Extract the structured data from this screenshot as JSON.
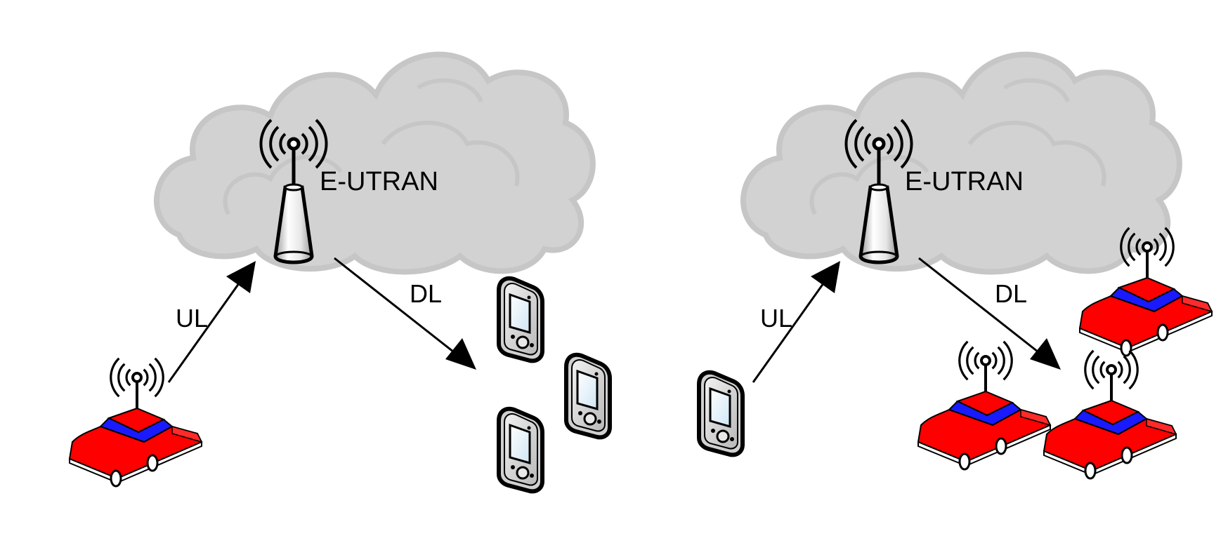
{
  "left_scenario": {
    "network_label": "E-UTRAN",
    "uplink_label": "UL",
    "downlink_label": "DL"
  },
  "right_scenario": {
    "network_label": "E-UTRAN",
    "uplink_label": "UL",
    "downlink_label": "DL"
  },
  "colors": {
    "cloud": "#d4d4d4",
    "car_body": "#ff0000",
    "car_window": "#1a1aff",
    "outline": "#000000"
  },
  "icons": [
    "cloud-icon",
    "antenna-tower-icon",
    "car-icon",
    "phone-icon",
    "radio-waves-icon"
  ]
}
